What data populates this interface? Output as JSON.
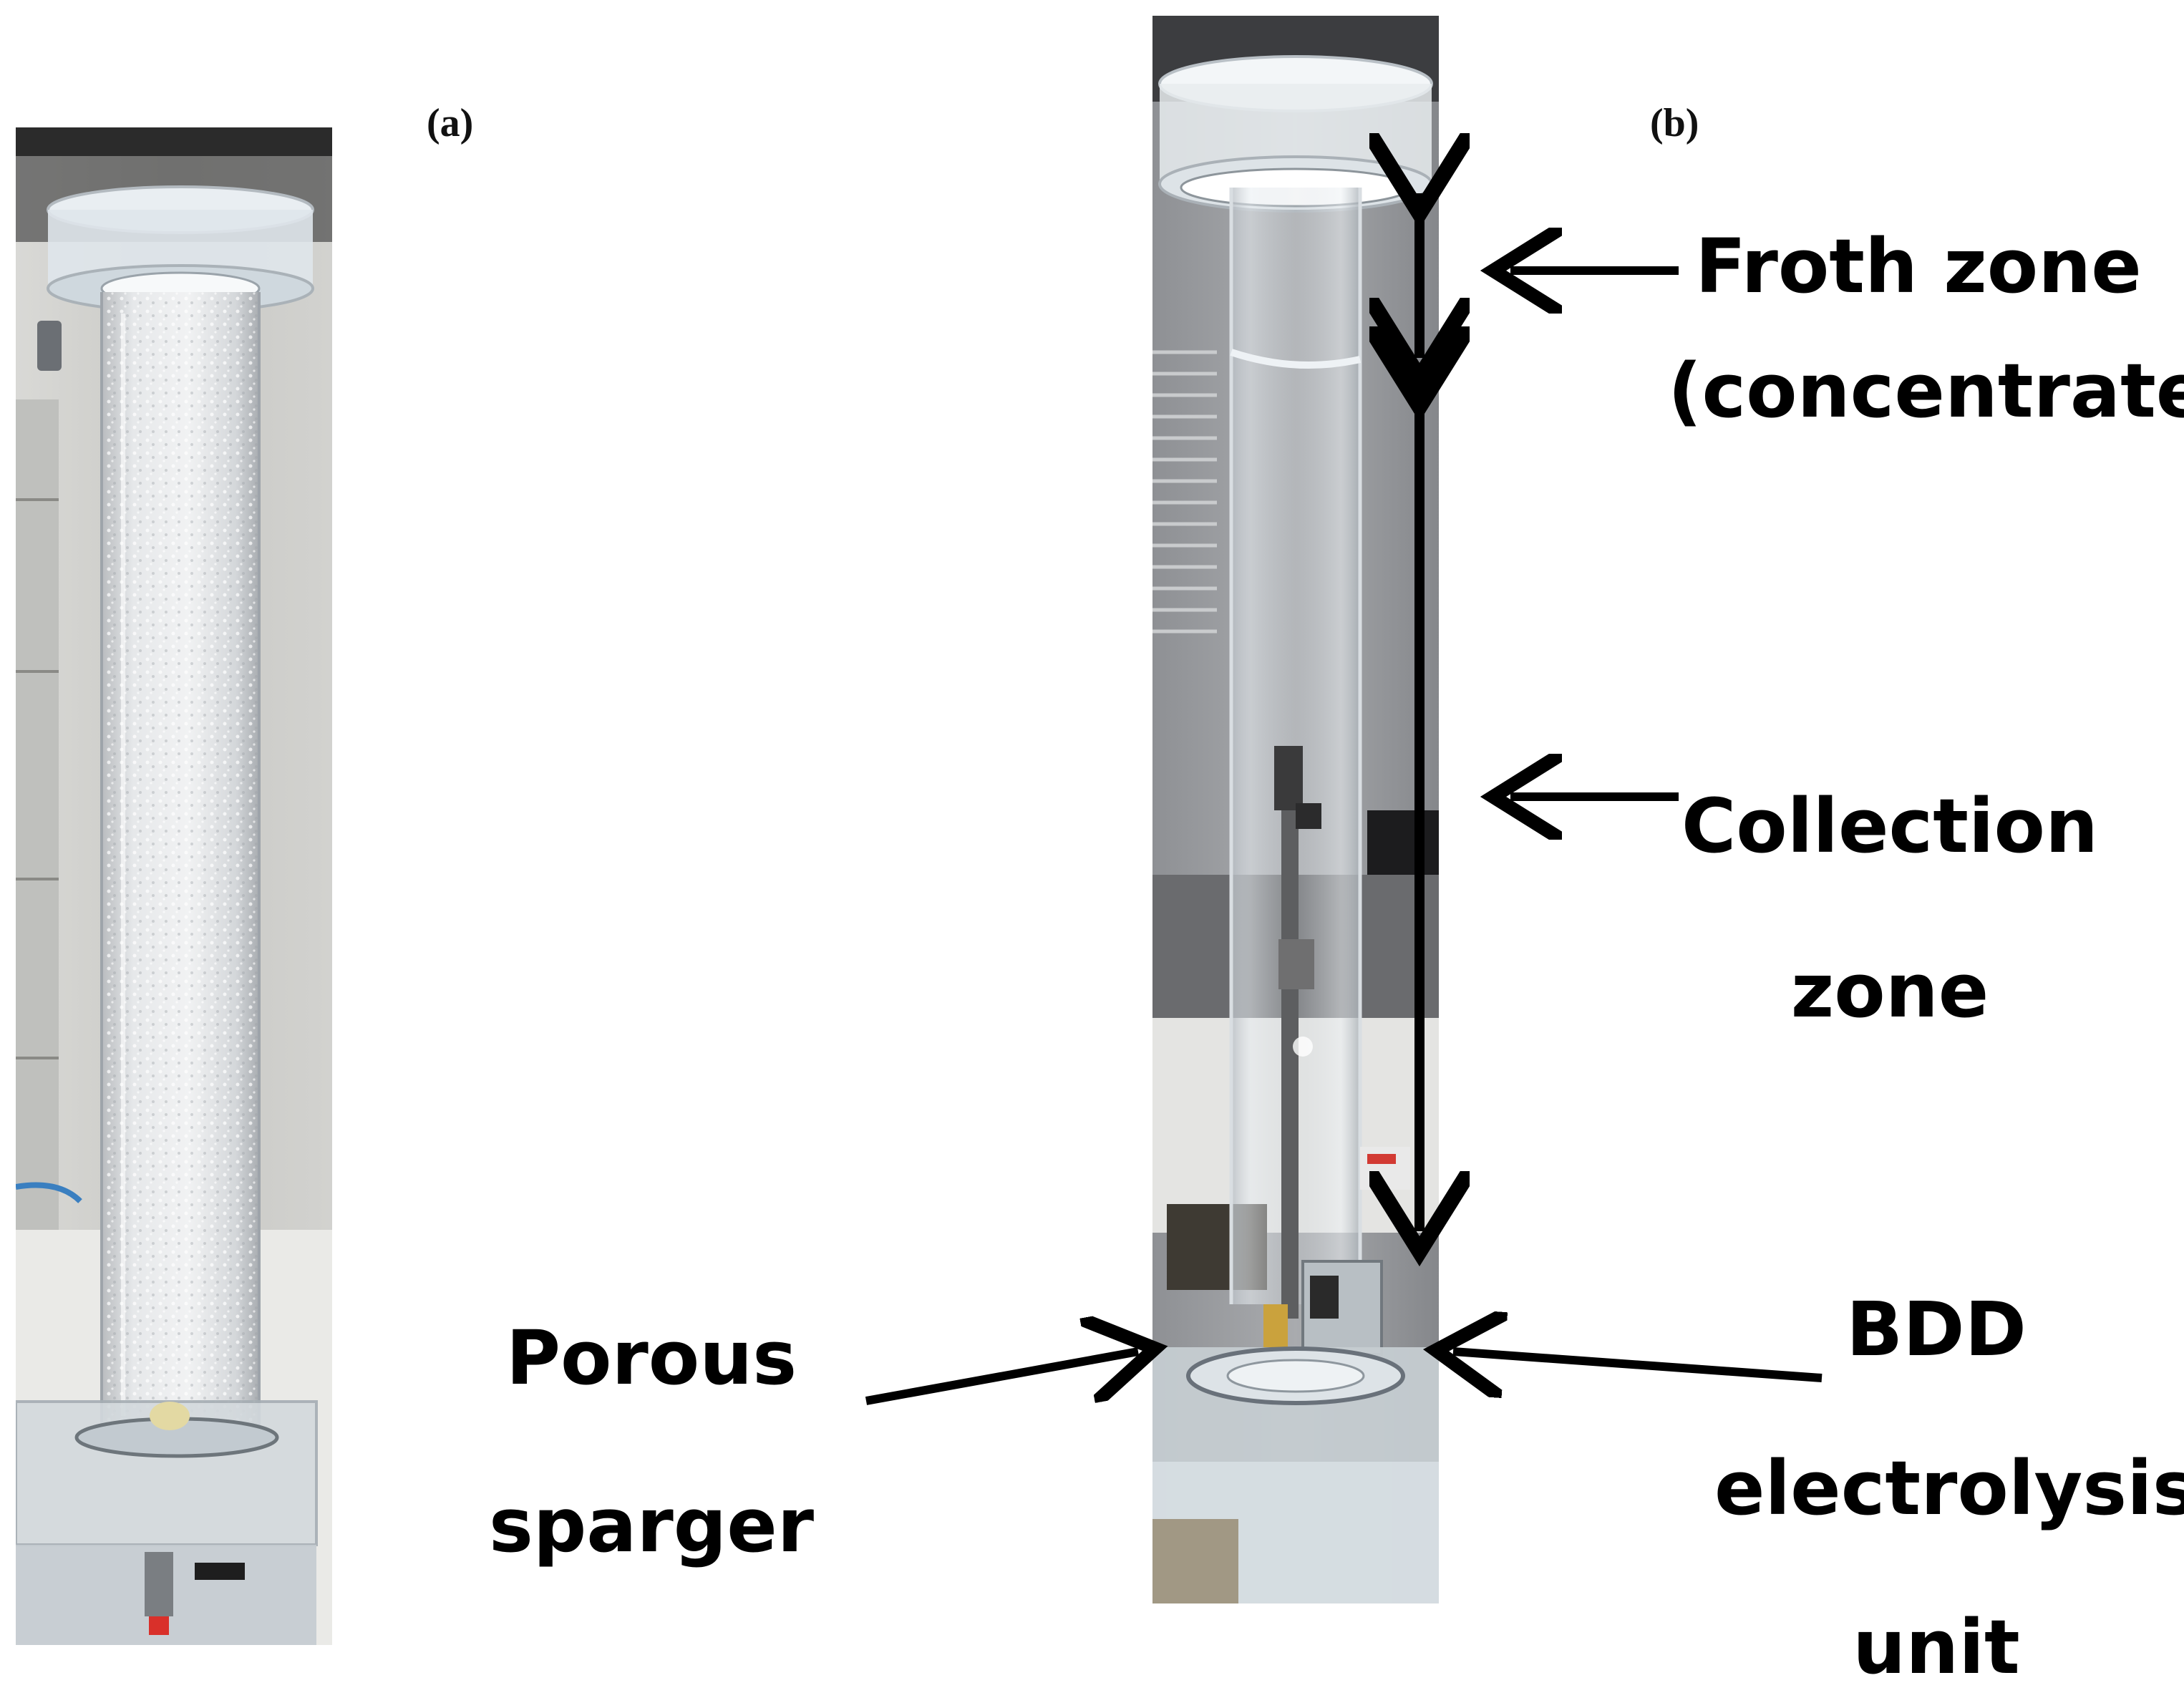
{
  "panels": {
    "a": {
      "label": "(a)"
    },
    "b": {
      "label": "(b)"
    }
  },
  "callouts": {
    "froth": {
      "line1": "Froth zone",
      "line2": "(concentrate)"
    },
    "collection": {
      "line1": "Collection",
      "line2": "zone"
    },
    "porous": {
      "line1": "Porous",
      "line2": "sparger"
    },
    "bdd": {
      "line1": "BDD",
      "line2": "electrolysis",
      "line3": "unit"
    }
  }
}
